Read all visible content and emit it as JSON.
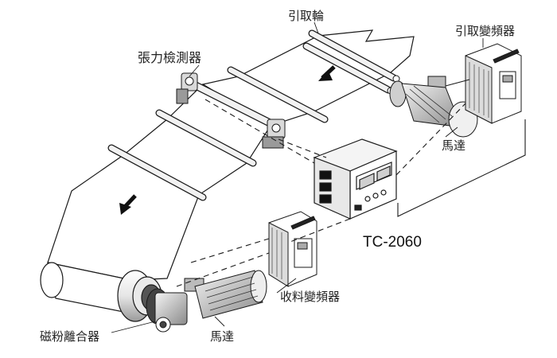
{
  "labels": {
    "pull_roller": "引取輪",
    "pull_inverter": "引取變頻器",
    "tension_detector": "張力檢測器",
    "motor_top": "馬達",
    "controller_model": "TC-2060",
    "take_up_inverter": "收料變頻器",
    "motor_bottom": "馬達",
    "magnetic_clutch": "磁粉離合器"
  },
  "colors": {
    "line": "#1a1a1a",
    "web_fill": "#ffffff",
    "shade": "#cfcfcf",
    "dark": "#3a3a3a"
  },
  "icons": {
    "flow_arrow": "down-left-arrow",
    "controller": "tension-controller-unit",
    "inverter": "inverter-unit",
    "motor": "gear-motor"
  }
}
